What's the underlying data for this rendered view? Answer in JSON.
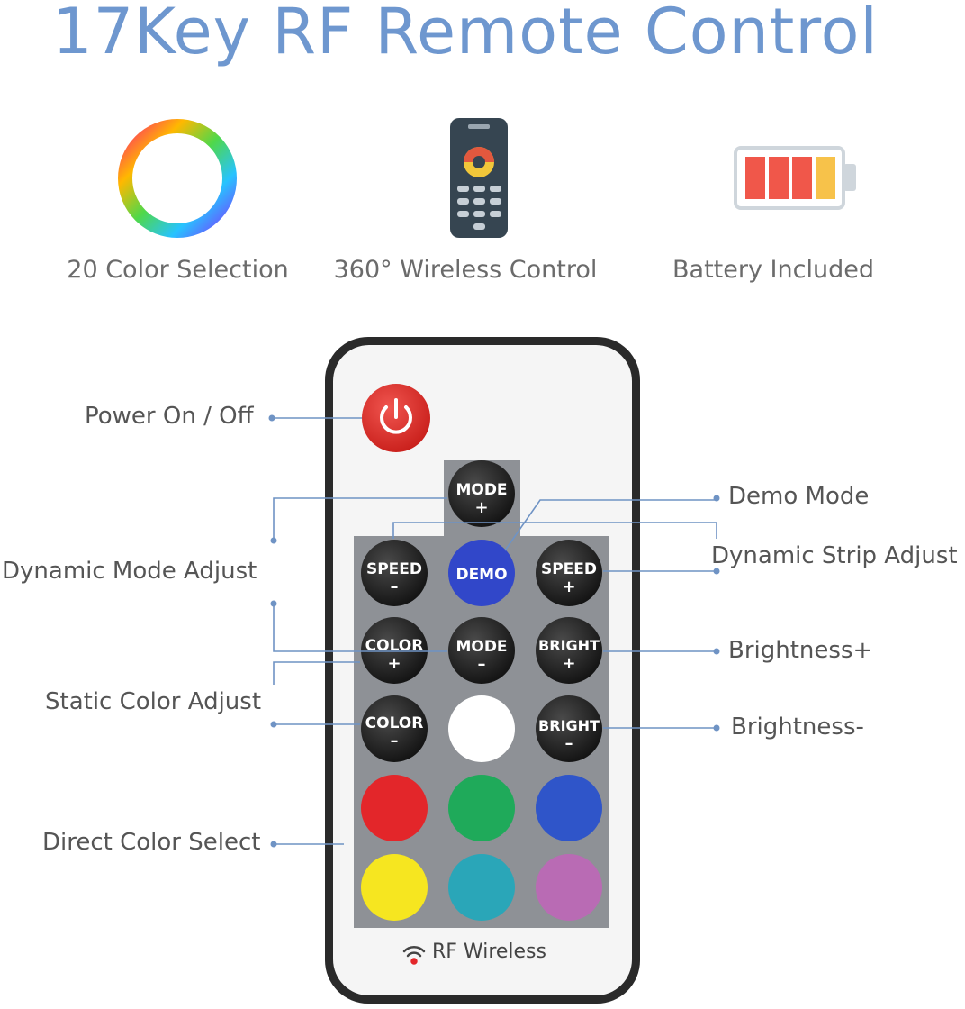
{
  "title": "17Key RF Remote Control",
  "features": [
    {
      "icon": "color-ring-icon",
      "label": "20 Color Selection"
    },
    {
      "icon": "remote-icon",
      "label": "360° Wireless Control"
    },
    {
      "icon": "battery-icon",
      "label": "Battery Included"
    }
  ],
  "annotations": {
    "power": "Power On / Off",
    "demo_mode": "Demo Mode",
    "dynamic_mode": "Dynamic Mode Adjust",
    "dynamic_strip": "Dynamic Strip Adjust",
    "brightness_up": "Brightness+",
    "static_color": "Static Color Adjust",
    "brightness_down": "Brightness-",
    "direct_color": "Direct Color Select"
  },
  "buttons": {
    "mode_plus": [
      "MODE",
      "+"
    ],
    "speed_minus": [
      "SPEED",
      "–"
    ],
    "demo": "DEMO",
    "speed_plus": [
      "SPEED",
      "+"
    ],
    "color_plus": [
      "COLOR",
      "+"
    ],
    "mode_minus": [
      "MODE",
      "–"
    ],
    "bright_plus": [
      "BRIGHT",
      "+"
    ],
    "color_minus": [
      "COLOR",
      "–"
    ],
    "bright_minus": [
      "BRIGHT",
      "–"
    ]
  },
  "color_keys": [
    "#e3262a",
    "#1faa5a",
    "#2f55c9",
    "#f6e620",
    "#2aa6b8",
    "#b96bb4",
    "#ffffff"
  ],
  "rf_label": "RF Wireless",
  "colors": {
    "title": "#6e97cf",
    "line": "#6f93c4",
    "body": "#f4f4f4",
    "panel": "#909398"
  }
}
